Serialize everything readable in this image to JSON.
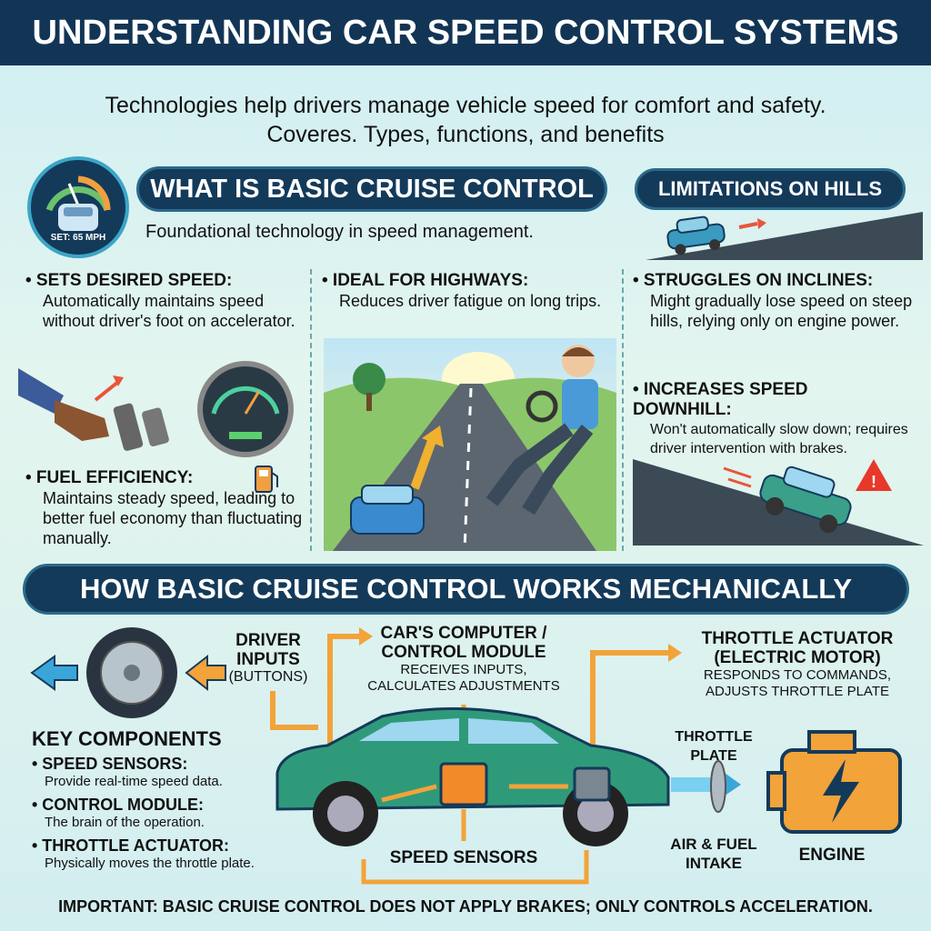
{
  "title": "UNDERSTANDING CAR SPEED CONTROL SYSTEMS",
  "subtitle": "Technologies help drivers manage vehicle speed for comfort and safety. Coveres. Types, functions, and benefits",
  "gauge_badge": "SET: 65 MPH",
  "section1": {
    "title": "WHAT IS BASIC CRUISE CONTROL",
    "tagline": "Foundational technology in speed management."
  },
  "limitations": {
    "title": "LIMITATIONS ON HILLS"
  },
  "col1": {
    "items": [
      {
        "heading": "SETS DESIRED SPEED:",
        "text": "Automatically maintains speed without driver's foot on accelerator."
      },
      {
        "heading": "FUEL EFFICIENCY:",
        "text": "Maintains steady speed, leading to better fuel economy than fluctuating manually."
      }
    ]
  },
  "col2": {
    "heading": "IDEAL FOR HIGHWAYS:",
    "text": "Reduces driver fatigue on long trips."
  },
  "col3": {
    "items": [
      {
        "heading": "STRUGGLES ON INCLINES:",
        "text": "Might gradually lose speed on steep hills, relying only on engine power."
      },
      {
        "heading": "INCREASES SPEED DOWNHILL:",
        "text": "Won't automatically slow down; requires driver intervention with brakes."
      }
    ]
  },
  "section2": {
    "title": "HOW BASIC CRUISE CONTROL WORKS MECHANICALLY"
  },
  "diagram": {
    "driver_inputs": {
      "title": "DRIVER INPUTS",
      "sub": "(BUTTONS)"
    },
    "computer": {
      "title": "CAR'S COMPUTER / CONTROL MODULE",
      "sub": "RECEIVES INPUTS, CALCULATES ADJUSTMENTS"
    },
    "actuator": {
      "title": "THROTTLE ACTUATOR (ELECTRIC MOTOR)",
      "sub": "RESPONDS TO COMMANDS, ADJUSTS THROTTLE PLATE"
    },
    "throttle_plate": "THROTTLE PLATE",
    "air_fuel": "AIR & FUEL INTAKE",
    "engine": "ENGINE",
    "speed_sensors": "SPEED SENSORS"
  },
  "key_components": {
    "title": "KEY COMPONENTS",
    "items": [
      {
        "heading": "SPEED SENSORS:",
        "text": "Provide real-time speed data."
      },
      {
        "heading": "CONTROL MODULE:",
        "text": "The brain of the operation."
      },
      {
        "heading": "THROTTLE ACTUATOR:",
        "text": "Physically moves the throttle plate."
      }
    ]
  },
  "note": "IMPORTANT: BASIC CRUISE CONTROL DOES NOT APPLY BRAKES; ONLY CONTROLS ACCELERATION.",
  "colors": {
    "navy": "#143a5a",
    "orange": "#f2a33a",
    "blue": "#3aa6d8",
    "car": "#2f9a7a"
  }
}
